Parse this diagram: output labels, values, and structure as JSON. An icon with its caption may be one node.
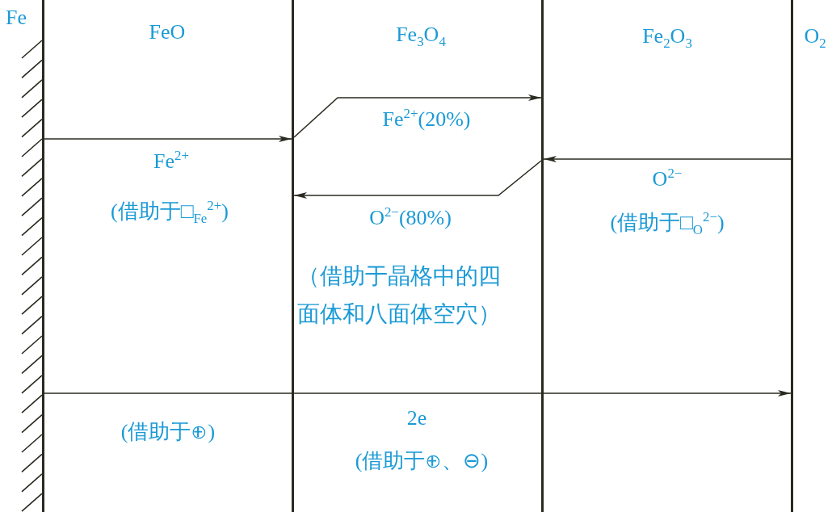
{
  "diagram": {
    "labels": [
      "Fe",
      "FeO",
      "Fe$_{3}$O$_{4}$",
      "Fe$_{2}$O$_{3}$",
      "O$_{2}$",
      "Fe$^{2+}$(20%)",
      "Fe$^{2+}$",
      "O$^{2−}$",
      "(借助于□$_{Fe}$$^{2+}$)",
      "O$^{2−}$(80%)",
      "(借助于□$_{O}$$^{2−}$)",
      "（借助于晶格中的四面体和八面体空穴）",
      "2e",
      "(借助于⊕)",
      "(借助于⊕、⊖)"
    ]
  }
}
